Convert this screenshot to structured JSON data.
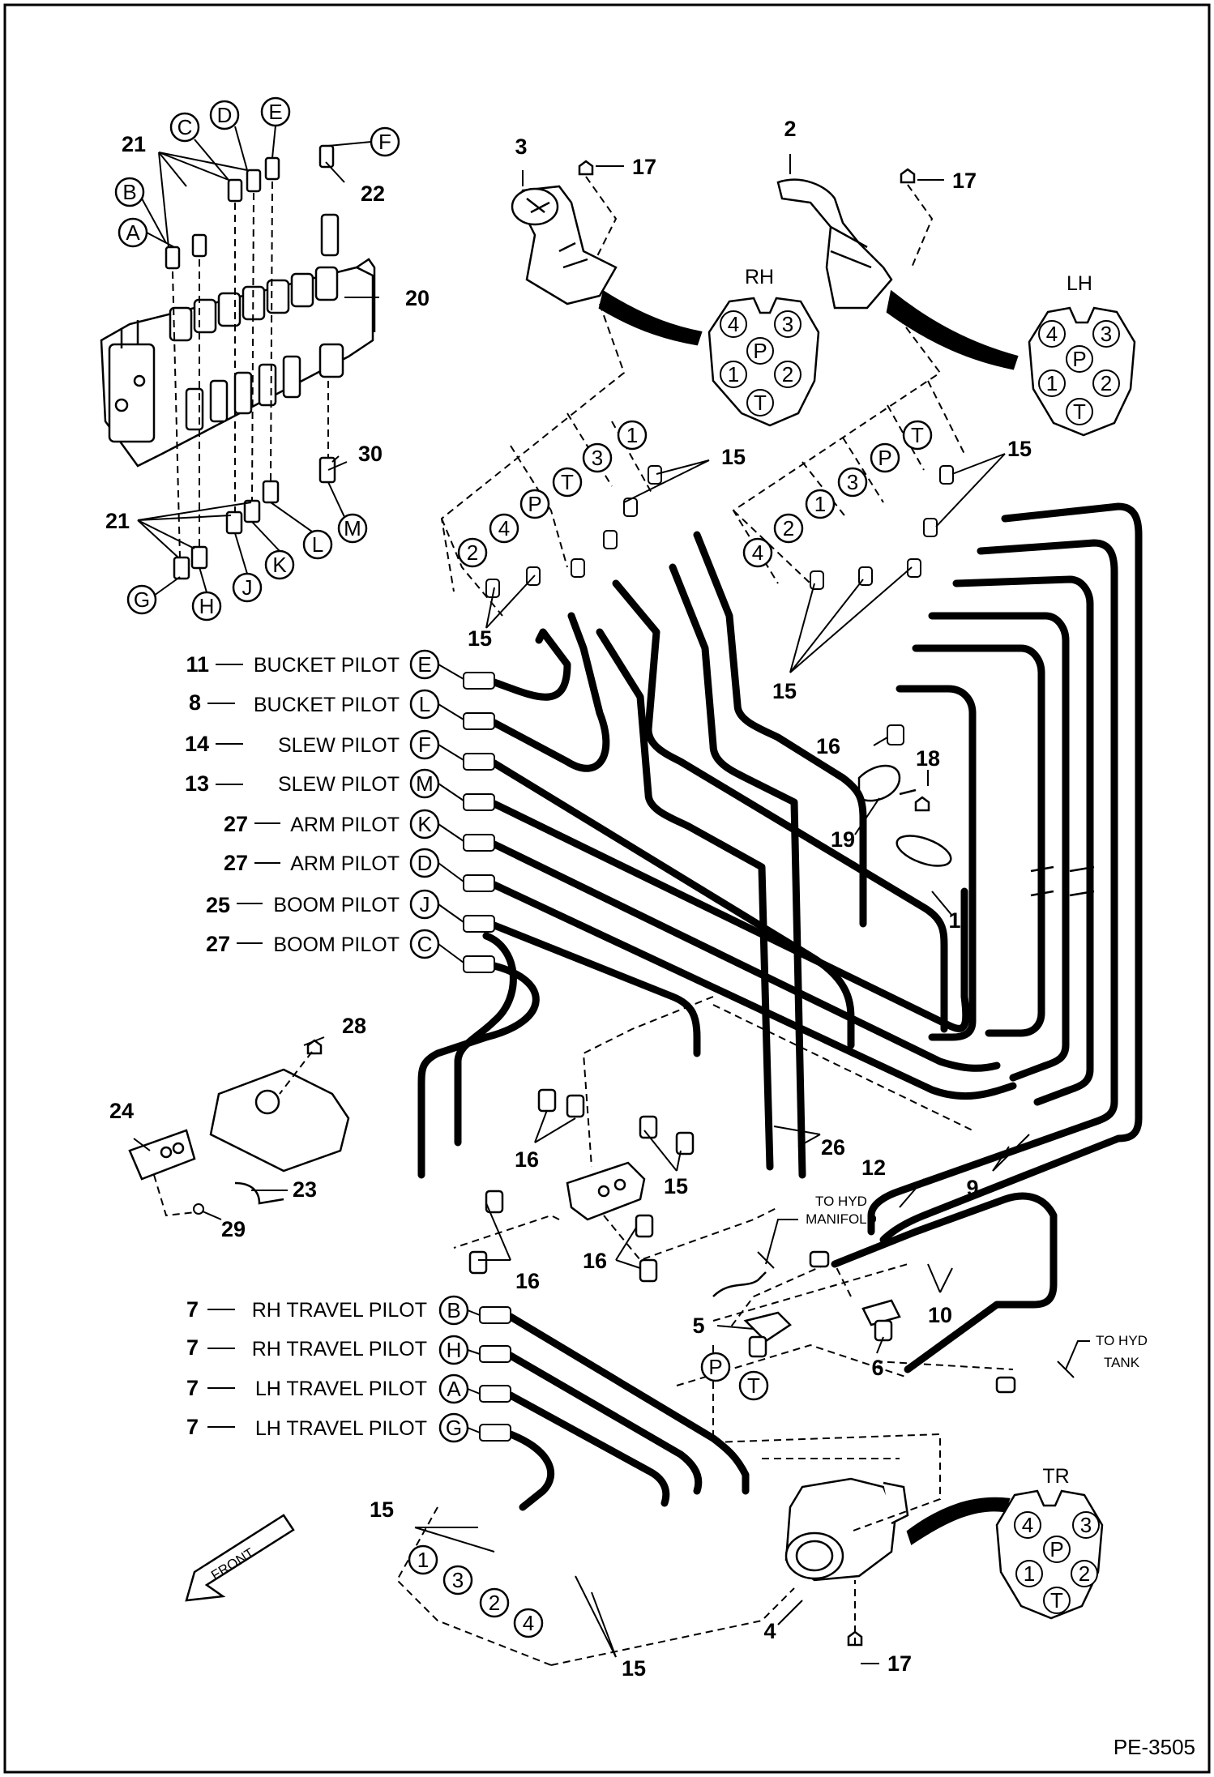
{
  "drawing_number": "PE-3505",
  "joysticks": {
    "rh": {
      "label": "RH",
      "pins": [
        "4",
        "3",
        "P",
        "1",
        "2",
        "T"
      ]
    },
    "lh": {
      "label": "LH",
      "pins": [
        "4",
        "3",
        "P",
        "1",
        "2",
        "T"
      ]
    },
    "tr": {
      "label": "TR",
      "pins": [
        "4",
        "3",
        "P",
        "1",
        "2",
        "T"
      ]
    }
  },
  "hose_labels": [
    {
      "num": "11",
      "text": "BUCKET PILOT",
      "port": "E"
    },
    {
      "num": "8",
      "text": "BUCKET PILOT",
      "port": "L"
    },
    {
      "num": "14",
      "text": "SLEW PILOT",
      "port": "F"
    },
    {
      "num": "13",
      "text": "SLEW PILOT",
      "port": "M"
    },
    {
      "num": "27",
      "text": "ARM PILOT",
      "port": "K"
    },
    {
      "num": "27",
      "text": "ARM PILOT",
      "port": "D"
    },
    {
      "num": "25",
      "text": "BOOM PILOT",
      "port": "J"
    },
    {
      "num": "27",
      "text": "BOOM PILOT",
      "port": "C"
    }
  ],
  "travel_labels": [
    {
      "num": "7",
      "text": "RH TRAVEL PILOT",
      "port": "B"
    },
    {
      "num": "7",
      "text": "RH TRAVEL PILOT",
      "port": "H"
    },
    {
      "num": "7",
      "text": "LH TRAVEL PILOT",
      "port": "A"
    },
    {
      "num": "7",
      "text": "LH TRAVEL PILOT",
      "port": "G"
    }
  ],
  "valve_ports_top": [
    "A",
    "B",
    "C",
    "D",
    "E",
    "F"
  ],
  "valve_ports_bottom": [
    "G",
    "H",
    "J",
    "K",
    "L",
    "M"
  ],
  "rh_hose_ports": [
    "2",
    "4",
    "P",
    "T",
    "3",
    "1"
  ],
  "lh_hose_ports": [
    "4",
    "2",
    "1",
    "3",
    "P",
    "T"
  ],
  "tr_hose_ports": [
    "1",
    "3",
    "2",
    "4"
  ],
  "manifold_ports": [
    "P",
    "T"
  ],
  "callouts": {
    "c1": "1",
    "c2": "2",
    "c3": "3",
    "c4": "4",
    "c5": "5",
    "c6": "6",
    "c9": "9",
    "c10": "10",
    "c12": "12",
    "c15": "15",
    "c16": "16",
    "c17": "17",
    "c18": "18",
    "c19": "19",
    "c20": "20",
    "c21": "21",
    "c22": "22",
    "c23": "23",
    "c24": "24",
    "c26": "26",
    "c28": "28",
    "c29": "29",
    "c30": "30"
  },
  "notes": {
    "hyd_manifold": [
      "TO HYD",
      "MANIFOLD"
    ],
    "hyd_tank": [
      "TO HYD",
      "TANK"
    ],
    "front": "FRONT"
  }
}
